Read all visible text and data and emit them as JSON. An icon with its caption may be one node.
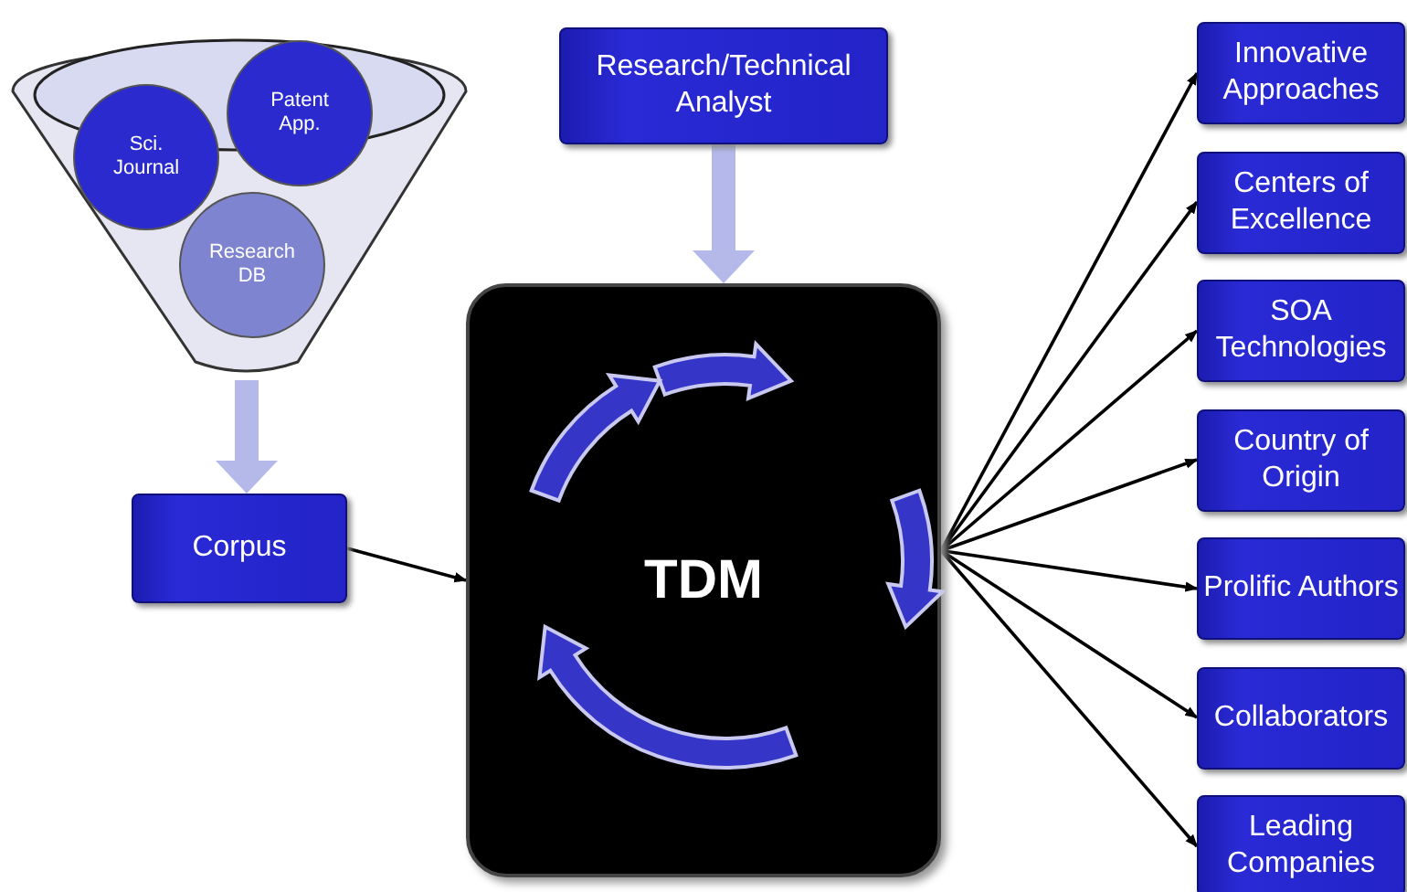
{
  "diagram": {
    "nodes": [
      {
        "text": [],
        "shape": "funnel"
      },
      {
        "text": [
          "Sci. Journal"
        ],
        "in": 0
      },
      {
        "text": [
          "Patent App."
        ],
        "in": 0
      },
      {
        "text": [
          "Research DB"
        ],
        "in": 0
      },
      {
        "text": [
          "Corpus"
        ]
      },
      {
        "text": [
          "Research/Technical Analyst"
        ]
      },
      {
        "text": [
          "TDM"
        ]
      },
      {
        "text": [
          "Innovative Approaches"
        ]
      },
      {
        "text": [
          "Centers of Excellence"
        ]
      },
      {
        "text": [
          "SOA Technologies"
        ]
      },
      {
        "text": [
          "Country of Origin"
        ]
      },
      {
        "text": [
          "Prolific Authors"
        ]
      },
      {
        "text": [
          "Collaborators"
        ]
      },
      {
        "text": [
          "Leading Companies"
        ]
      }
    ],
    "edges": [
      {
        "from": 0,
        "to": 4,
        "arrow": "to",
        "style": "thick",
        "color": "#b4b9ea"
      },
      {
        "from": 5,
        "to": 6,
        "arrow": "to",
        "style": "thick",
        "color": "#b4b9ea"
      },
      {
        "from": 4,
        "to": 6,
        "arrow": "to"
      },
      {
        "from": 6,
        "to": 7,
        "arrow": "to"
      },
      {
        "from": 6,
        "to": 8,
        "arrow": "to"
      },
      {
        "from": 6,
        "to": 9,
        "arrow": "to"
      },
      {
        "from": 6,
        "to": 10,
        "arrow": "to"
      },
      {
        "from": 6,
        "to": 11,
        "arrow": "to"
      },
      {
        "from": 6,
        "to": 12,
        "arrow": "to"
      },
      {
        "from": 6,
        "to": 13,
        "arrow": "to"
      }
    ]
  }
}
